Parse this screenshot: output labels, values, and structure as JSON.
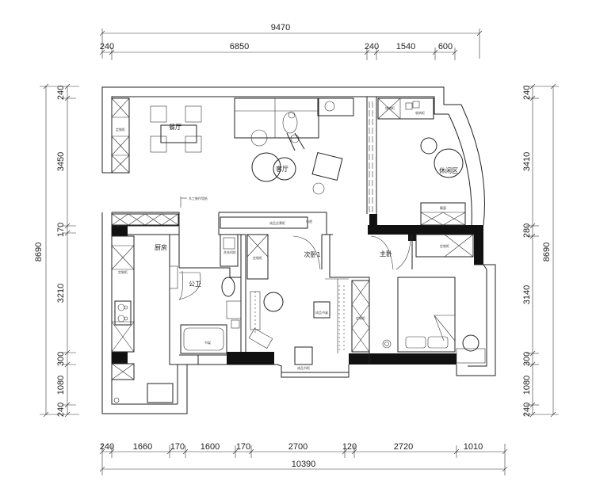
{
  "dimensions": {
    "top_total": "9470",
    "top_segments": [
      "240",
      "6850",
      "240",
      "1540",
      "600"
    ],
    "bottom_segments": [
      "240",
      "1660",
      "170",
      "1600",
      "170",
      "2700",
      "120",
      "2720",
      "1010"
    ],
    "bottom_total": "10390",
    "left_total": "8690",
    "left_segments": [
      "240",
      "3450",
      "170",
      "3210",
      "300",
      "1080",
      "240"
    ],
    "right_total": "8690",
    "right_segments": [
      "240",
      "3410",
      "280",
      "3140",
      "300",
      "1080",
      "240"
    ]
  },
  "rooms": {
    "dining": "餐厅",
    "living": "客厅",
    "leisure": "休闲区",
    "kitchen": "厨房",
    "bathroom": "公卫",
    "bedroom2": "次卧1",
    "master": "主卧"
  },
  "annotations": {
    "wood_ceiling": "木工制作墙纸",
    "wardrobe_1": "定制柜",
    "wardrobe_2": "定制柜",
    "wardrobe_3": "定制柜",
    "wardrobe_4": "定制柜",
    "display_cabinet": "成品全景柜",
    "bookcase": "成品书柜",
    "desk": "成品书桌",
    "shelf": "书架",
    "bay_seat": "飘窗",
    "storage": "储物柜",
    "cabinet_top": "收纳柜",
    "tv": "电视",
    "wash": "洗衣机柜"
  }
}
